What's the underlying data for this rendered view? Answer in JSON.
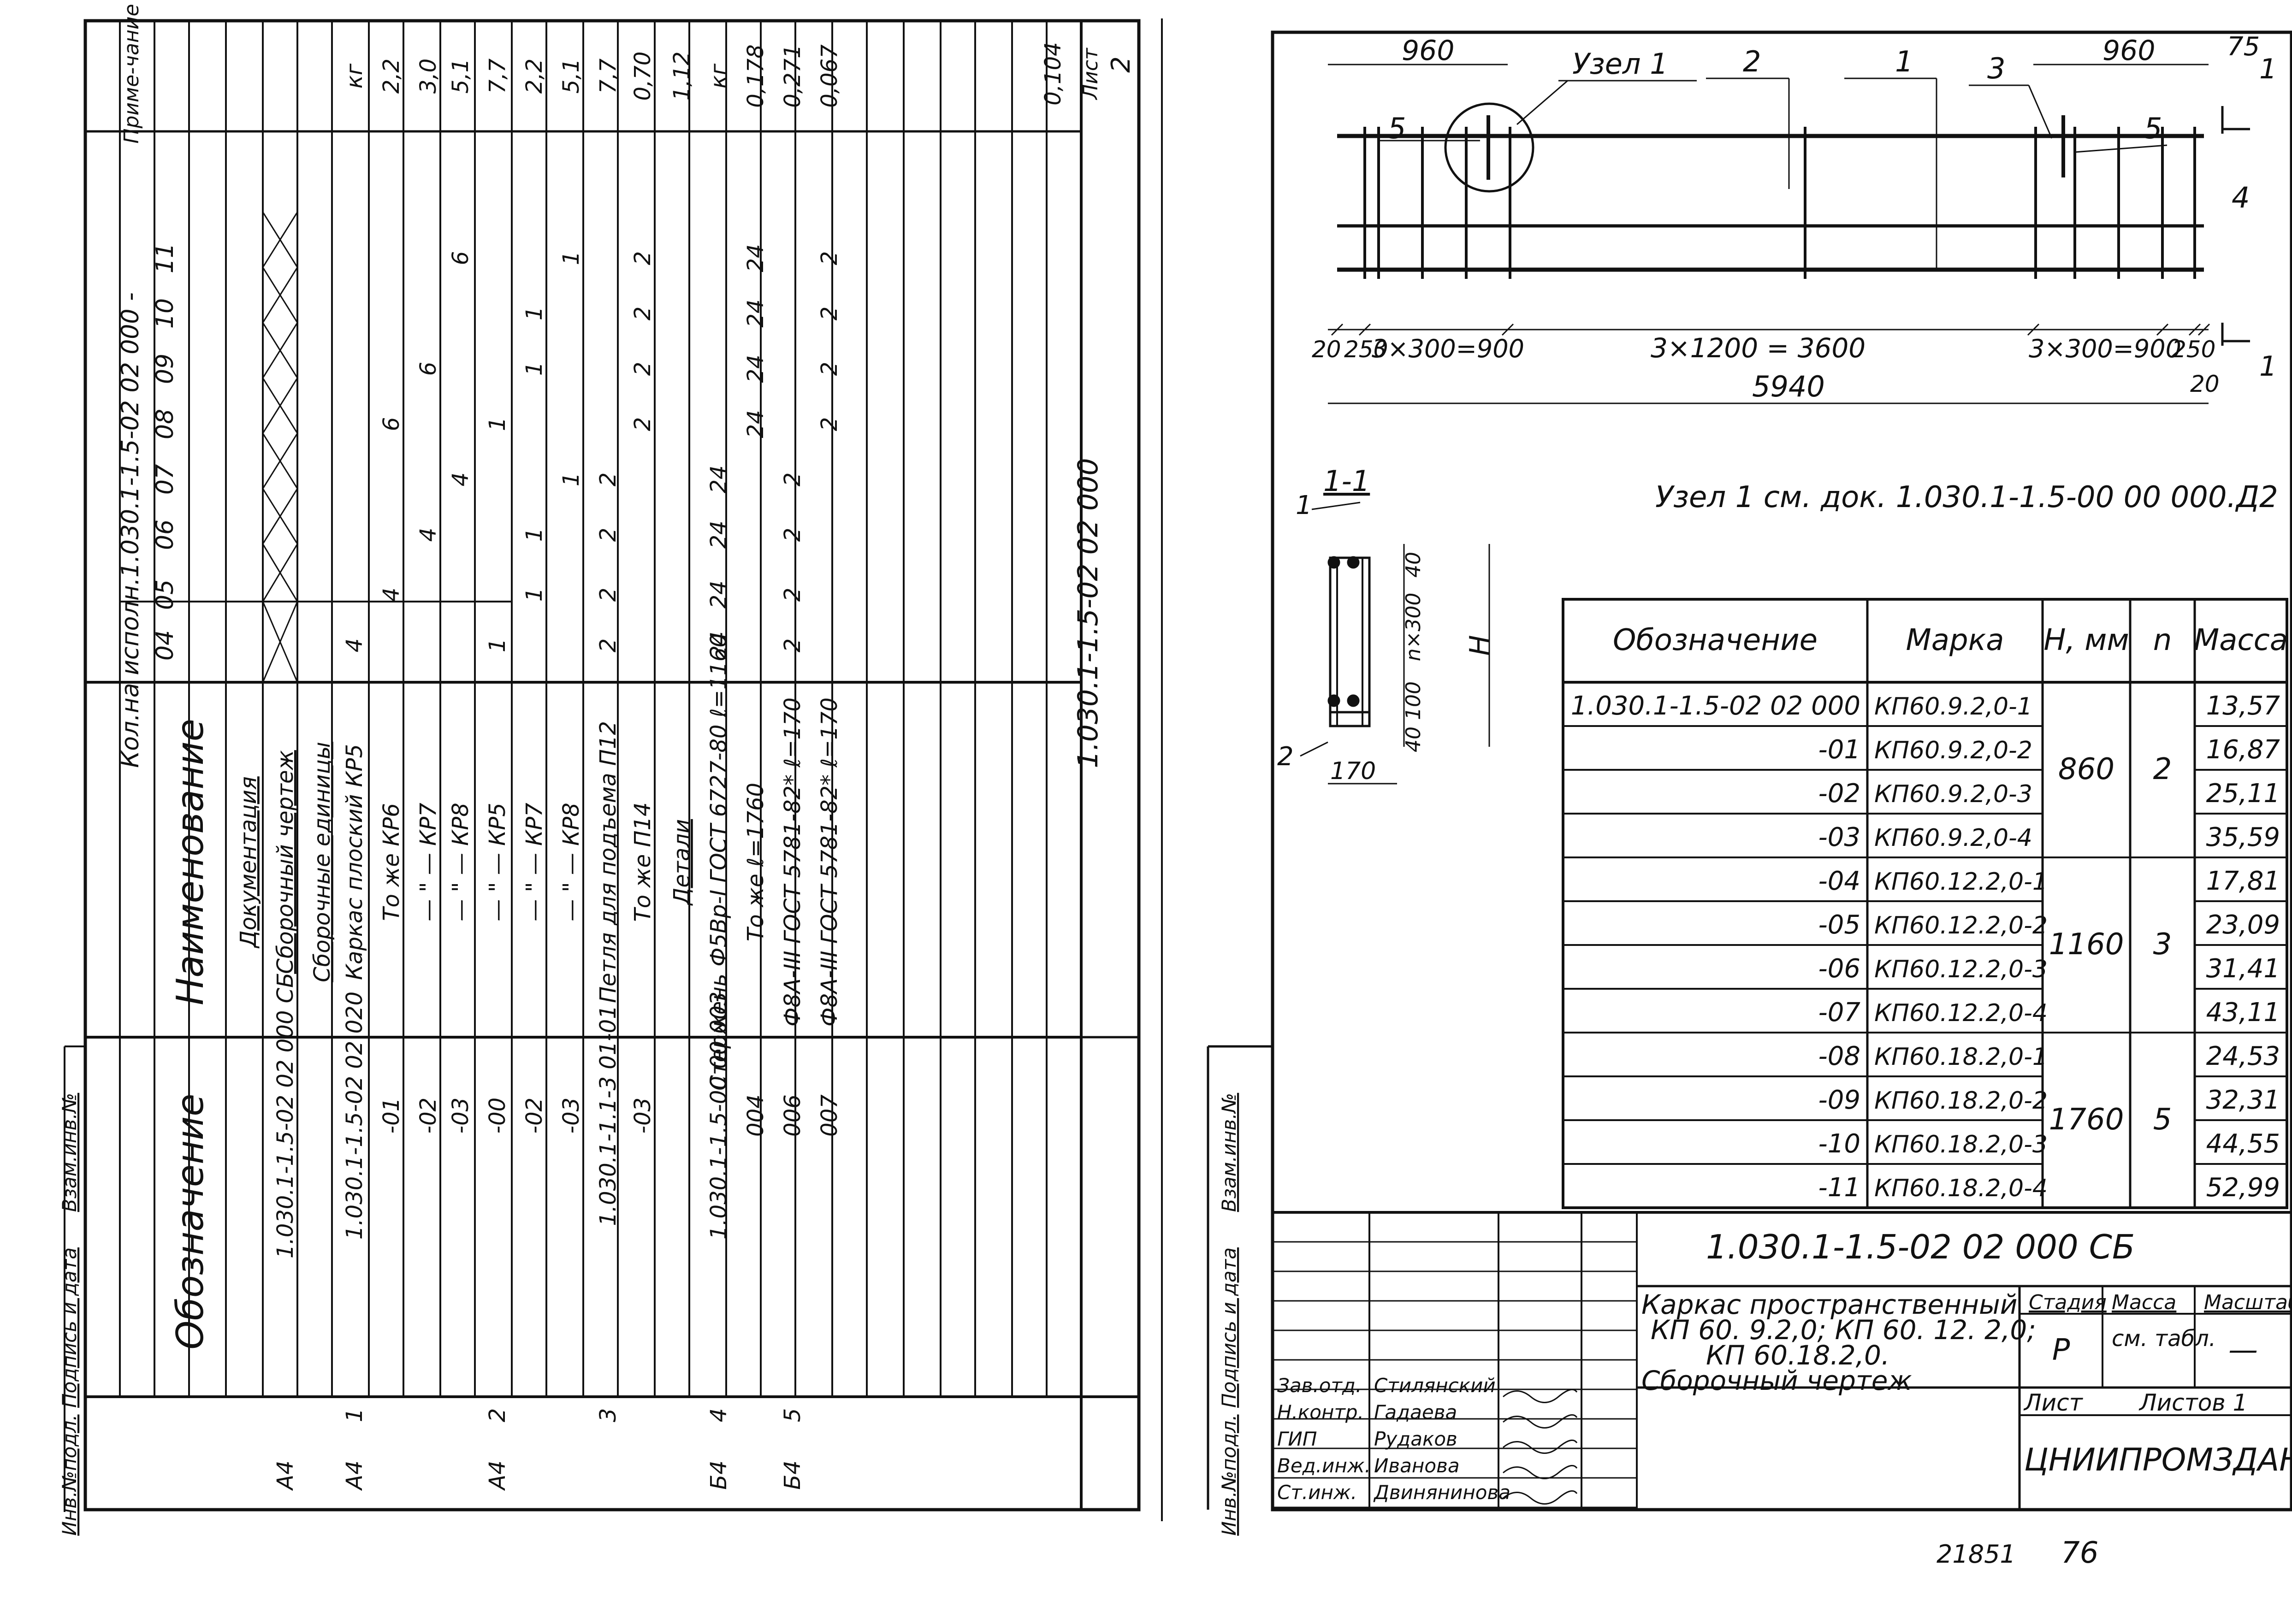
{
  "left_sheet": {
    "side_labels": [
      "Инв.№подл.",
      "Подпись и дата",
      "Взам.инв.№"
    ],
    "headers": {
      "designation": "Обозначение",
      "name": "Наименование",
      "qty": "Кол.на исполн.1.030.1-1.5-02 02 000 -",
      "note": "Приме-чание"
    },
    "variants": [
      "04",
      "05",
      "06",
      "07",
      "08",
      "09",
      "10",
      "11"
    ],
    "sections": [
      "Документация",
      "Сборочный чертеж",
      "Сборочные единицы",
      "Детали"
    ],
    "rows": [
      {
        "fmt": "",
        "pos": "",
        "des": "",
        "name": "Документация",
        "q": [
          "",
          "",
          "",
          "",
          "",
          "",
          "",
          ""
        ],
        "note": ""
      },
      {
        "fmt": "А4",
        "pos": "",
        "des": "1.030.1-1.5-02 02 000 СБ",
        "name": "Сборочный чертеж",
        "q": [
          "",
          "",
          "",
          "",
          "",
          "",
          "",
          ""
        ],
        "note": ""
      },
      {
        "fmt": "",
        "pos": "",
        "des": "",
        "name": "Сборочные единицы",
        "q": [
          "",
          "",
          "",
          "",
          "",
          "",
          "",
          ""
        ],
        "note": ""
      },
      {
        "fmt": "А4",
        "pos": "1",
        "des": "1.030.1-1.5-02 02 020",
        "name": "Каркас плоский КР5",
        "q": [
          "4",
          "",
          "",
          "",
          "",
          "",
          "",
          ""
        ],
        "note": "кг"
      },
      {
        "fmt": "",
        "pos": "",
        "des": "-01",
        "name": "То же КР6",
        "q": [
          "",
          "4",
          "",
          "",
          "6",
          "",
          "",
          ""
        ],
        "note": "2,2"
      },
      {
        "fmt": "",
        "pos": "",
        "des": "-02",
        "name": "— \" — КР7",
        "q": [
          "",
          "",
          "4",
          "",
          "",
          "6",
          "",
          ""
        ],
        "note": "3,0"
      },
      {
        "fmt": "",
        "pos": "",
        "des": "-03",
        "name": "— \" — КР8",
        "q": [
          "",
          "",
          "",
          "4",
          "",
          "",
          "",
          "6"
        ],
        "note": "5,1"
      },
      {
        "fmt": "А4",
        "pos": "2",
        "des": "-00",
        "name": "— \" — КР5",
        "q": [
          "1",
          "",
          "",
          "",
          "1",
          "",
          "",
          ""
        ],
        "note": "7,7"
      },
      {
        "fmt": "",
        "pos": "",
        "des": "-02",
        "name": "— \" — КР7",
        "q": [
          "",
          "1",
          "1",
          "",
          "",
          "1",
          "1",
          ""
        ],
        "note": "2,2"
      },
      {
        "fmt": "",
        "pos": "",
        "des": "-03",
        "name": "— \" — КР8",
        "q": [
          "",
          "",
          "",
          "1",
          "",
          "",
          "",
          "1"
        ],
        "note": "5,1"
      },
      {
        "fmt": "",
        "pos": "3",
        "des": "1.030.1-1.1-3 01-01",
        "name": "Петля для подъема П12",
        "q": [
          "2",
          "2",
          "2",
          "2",
          "",
          "",
          "",
          ""
        ],
        "note": "7,7"
      },
      {
        "fmt": "",
        "pos": "",
        "des": "-03",
        "name": "То же П14",
        "q": [
          "",
          "",
          "",
          "",
          "2",
          "2",
          "2",
          "2"
        ],
        "note": "0,70"
      },
      {
        "fmt": "",
        "pos": "",
        "des": "",
        "name": "Детали",
        "q": [
          "",
          "",
          "",
          "",
          "",
          "",
          "",
          ""
        ],
        "note": "1,12"
      },
      {
        "fmt": "Б4",
        "pos": "4",
        "des": "1.030.1-1.5-00 00 003",
        "name": "Стержень Ф5Вр-I ГОСТ 6727-80 ℓ=1160",
        "q": [
          "24",
          "24",
          "24",
          "24",
          "",
          "",
          "",
          ""
        ],
        "note": "кг"
      },
      {
        "fmt": "",
        "pos": "",
        "des": "004",
        "name": "То же ℓ=1760",
        "q": [
          "",
          "",
          "",
          "",
          "24",
          "24",
          "24",
          "24"
        ],
        "note": "0,178"
      },
      {
        "fmt": "Б4",
        "pos": "5",
        "des": "006",
        "name": "Ф8А-III ГОСТ 5781-82* ℓ=170",
        "q": [
          "2",
          "2",
          "2",
          "2",
          "",
          "",
          "",
          ""
        ],
        "note": "0,271"
      },
      {
        "fmt": "",
        "pos": "",
        "des": "007",
        "name": "Ф8А-III ГОСТ 5781-82* ℓ=170",
        "q": [
          "",
          "",
          "",
          "",
          "2",
          "2",
          "2",
          "2"
        ],
        "note": "0,067"
      }
    ],
    "stamp_doc": "1.030.1-1.5-02 02 000",
    "sheet_label": "Лист",
    "sheet_no": "2",
    "extra_note": "0,104"
  },
  "right_sheet": {
    "drawing": {
      "dims_top": [
        "960",
        "960",
        "75"
      ],
      "callouts": [
        "Узел 1",
        "2",
        "1",
        "3",
        "5",
        "5",
        "4"
      ],
      "dims_bottom": [
        "20",
        "250",
        "3×300=900",
        "3×1200 = 3600",
        "3×300=900",
        "250",
        "20"
      ],
      "total": "5940",
      "section_marks": [
        "1",
        "1"
      ],
      "node_note": "Узел 1 см. док. 1.030.1-1.5-00 00 000.Д2"
    },
    "section_view": {
      "title": "1-1",
      "dims": [
        "40",
        "n×300",
        "40",
        "100",
        "H",
        "170"
      ],
      "callouts": [
        "1",
        "2"
      ]
    },
    "table": {
      "headers": [
        "Обозначение",
        "Марка",
        "H, мм",
        "n",
        "Масса"
      ],
      "rows": [
        {
          "des": "1.030.1-1.5-02 02 000",
          "mark": "КП60.9.2,0-1",
          "mass": "13,57"
        },
        {
          "des": "-01",
          "mark": "КП60.9.2,0-2",
          "mass": "16,87"
        },
        {
          "des": "-02",
          "mark": "КП60.9.2,0-3",
          "mass": "25,11"
        },
        {
          "des": "-03",
          "mark": "КП60.9.2,0-4",
          "mass": "35,59"
        },
        {
          "des": "-04",
          "mark": "КП60.12.2,0-1",
          "mass": "17,81"
        },
        {
          "des": "-05",
          "mark": "КП60.12.2,0-2",
          "mass": "23,09"
        },
        {
          "des": "-06",
          "mark": "КП60.12.2,0-3",
          "mass": "31,41"
        },
        {
          "des": "-07",
          "mark": "КП60.12.2,0-4",
          "mass": "43,11"
        },
        {
          "des": "-08",
          "mark": "КП60.18.2,0-1",
          "mass": "24,53"
        },
        {
          "des": "-09",
          "mark": "КП60.18.2,0-2",
          "mass": "32,31"
        },
        {
          "des": "-10",
          "mark": "КП60.18.2,0-3",
          "mass": "44,55"
        },
        {
          "des": "-11",
          "mark": "КП60.18.2,0-4",
          "mass": "52,99"
        }
      ],
      "groups": [
        {
          "h": "860",
          "n": "2"
        },
        {
          "h": "1160",
          "n": "3"
        },
        {
          "h": "1760",
          "n": "5"
        }
      ]
    },
    "title_block": {
      "doc": "1.030.1-1.5-02 02 000 СБ",
      "title_lines": [
        "Каркас пространственный",
        "КП 60. 9.2,0; КП 60. 12. 2,0;",
        "КП 60.18.2,0.",
        "Сборочный чертеж"
      ],
      "stage_label": "Стадия",
      "mass_label": "Масса",
      "scale_label": "Масштаб",
      "stage": "Р",
      "mass": "см. табл.",
      "scale": "—",
      "sheet_label": "Лист",
      "sheets_label": "Листов 1",
      "org": "ЦНИИПРОМЗДАНИЙ",
      "roles": [
        "Зав.отд.",
        "Н.контр.",
        "ГИП",
        "Вед.инж.",
        "Ст.инж."
      ],
      "people": [
        "Стилянский",
        "Гадаева",
        "Рудаков",
        "Иванова",
        "Двинянинова"
      ]
    },
    "side_labels": [
      "Инв.№подл.",
      "Подпись и дата",
      "Взам.инв.№"
    ]
  },
  "footer": {
    "num": "21851",
    "page": "76"
  }
}
